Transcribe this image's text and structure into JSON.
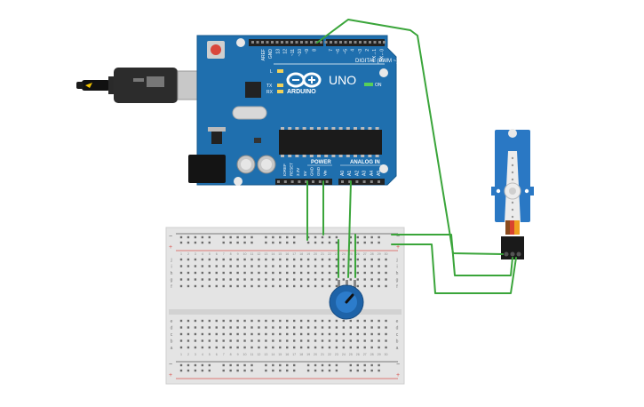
{
  "arduino": {
    "logo": "ARDUINO",
    "model": "UNO",
    "digital_label": "DIGITAL (PWM ~)",
    "digital_pins": [
      "AREF",
      "GND",
      "13",
      "12",
      "~11",
      "~10",
      "~9",
      "8",
      "7",
      "~6",
      "~5",
      "4",
      "~3",
      "2",
      "TX→1",
      "RX←0"
    ],
    "power_label": "POWER",
    "power_pins": [
      "IOREF",
      "RESET",
      "3.3V",
      "5V",
      "GND",
      "GND",
      "Vin"
    ],
    "analog_label": "ANALOG IN",
    "analog_pins": [
      "A0",
      "A1",
      "A2",
      "A3",
      "A4",
      "A5"
    ],
    "led_l": "L",
    "led_tx": "TX",
    "led_rx": "RX",
    "on_label": "ON",
    "board_color": "#1f6fae"
  },
  "breadboard": {
    "rows": [
      "a",
      "b",
      "c",
      "d",
      "e",
      "f",
      "g",
      "h",
      "i",
      "j"
    ],
    "col_numbers": [
      "1",
      "2",
      "3",
      "4",
      "5",
      "6",
      "7",
      "8",
      "9",
      "10",
      "11",
      "12",
      "13",
      "14",
      "15",
      "16",
      "17",
      "18",
      "19",
      "20",
      "21",
      "22",
      "23",
      "24",
      "25",
      "26",
      "27",
      "28",
      "29",
      "30"
    ],
    "plus": "+",
    "minus": "−"
  },
  "colors": {
    "wire": "#3aa53a",
    "servo": "#2a78c4",
    "pot": "#1e63a8",
    "rail_red": "#d9534f",
    "rail_dark": "#555555"
  }
}
